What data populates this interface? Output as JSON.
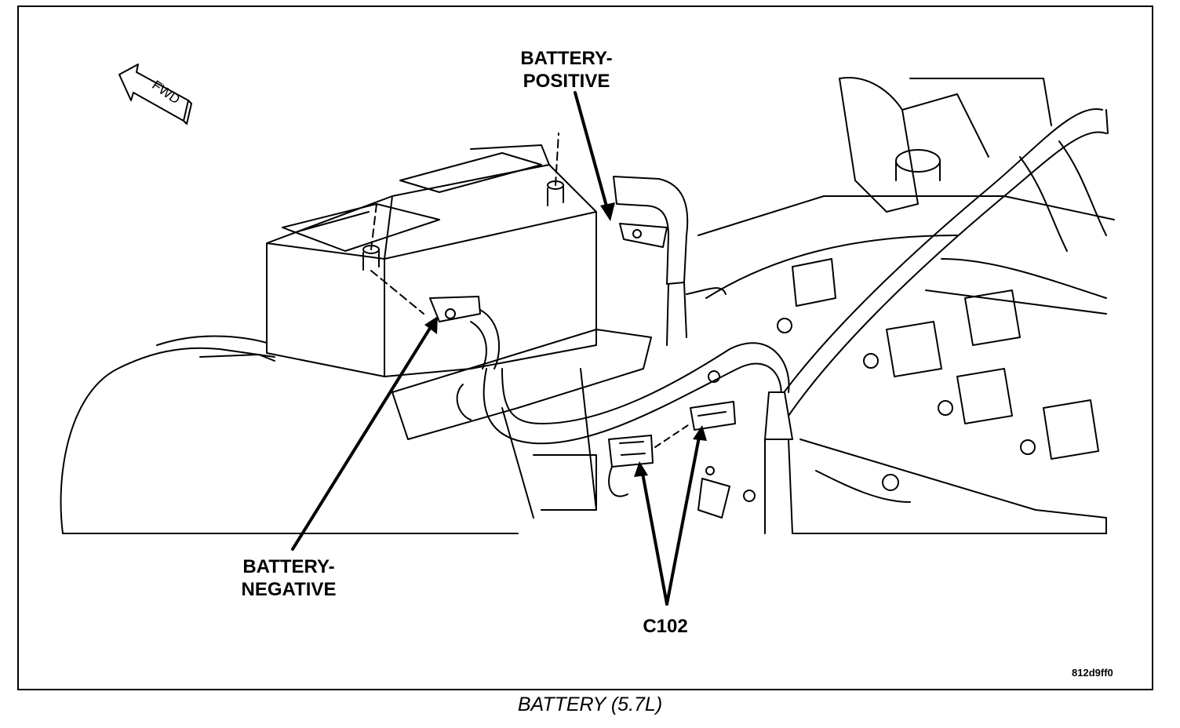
{
  "diagram": {
    "direction_marker": "FWD",
    "labels": {
      "battery_positive_line1": "BATTERY-",
      "battery_positive_line2": "POSITIVE",
      "battery_negative_line1": "BATTERY-",
      "battery_negative_line2": "NEGATIVE",
      "connector": "C102"
    },
    "figure_code": "812d9ff0"
  },
  "caption": "BATTERY (5.7L)"
}
